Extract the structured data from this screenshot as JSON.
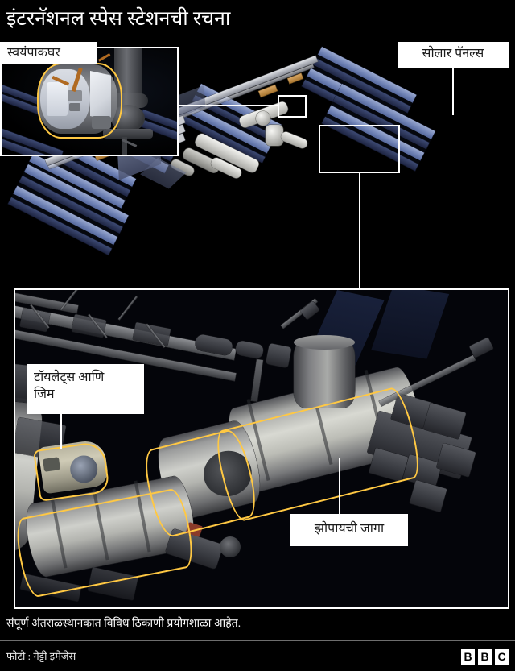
{
  "title": "इंटरनॅशनल स्पेस स्टेशनची रचना",
  "labels": {
    "kitchen": "स्वयंपाकघर",
    "solar_panels": "सोलार पॅनल्स",
    "toilets_gym_line1": "टॉयलेट्स आणि",
    "toilets_gym_line2": "जिम",
    "sleeping_area": "झोपायची जागा"
  },
  "caption": "संपूर्ण अंतराळस्थानकात विविध ठिकाणी प्रयोगशाळा आहेत.",
  "credit": "फोटो : गेट्टी इमेजेस",
  "logo": {
    "b1": "B",
    "b2": "B",
    "c": "C"
  },
  "colors": {
    "background": "#000000",
    "label_box": "#ffffff",
    "label_text": "#1a1a1a",
    "highlight_outline": "#ffc843",
    "border": "#ffffff",
    "solar_panel": "#7e8fbe"
  }
}
